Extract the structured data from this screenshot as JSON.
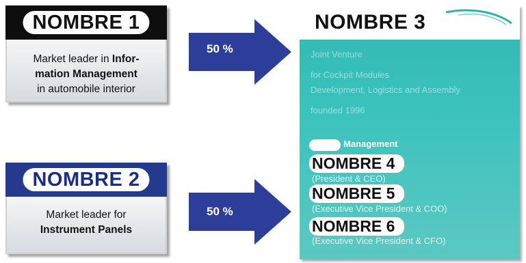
{
  "box1": {
    "title": "NOMBRE 1",
    "line1": "Market leader in ",
    "line1_bold": "Infor-",
    "line2": "mation Management",
    "line3": "in automobile interior"
  },
  "box2": {
    "title": "NOMBRE 2",
    "line1": "Market leader for",
    "line2": "Instrument Panels"
  },
  "arrow_top": {
    "label": "50 %"
  },
  "arrow_bottom": {
    "label": "50 %"
  },
  "box3": {
    "title": "NOMBRE 3",
    "lines": [
      "Joint Venture",
      "for Cockpit Modules",
      "Development, Logistics and Assembly",
      "founded 1996"
    ],
    "management_label": "Management",
    "people": [
      {
        "name": "NOMBRE 4",
        "role": "(President & CEO)"
      },
      {
        "name": "NOMBRE 5",
        "role": "(Executive Vice President & COO)"
      },
      {
        "name": "NOMBRE 6",
        "role": "(Executive Vice President & CFO)"
      }
    ]
  },
  "colors": {
    "box1_header": "#0e0e0e",
    "box2_header": "#233a8e",
    "arrow_fill": "#2d3d9a",
    "panel_teal": "#3dc3be"
  }
}
